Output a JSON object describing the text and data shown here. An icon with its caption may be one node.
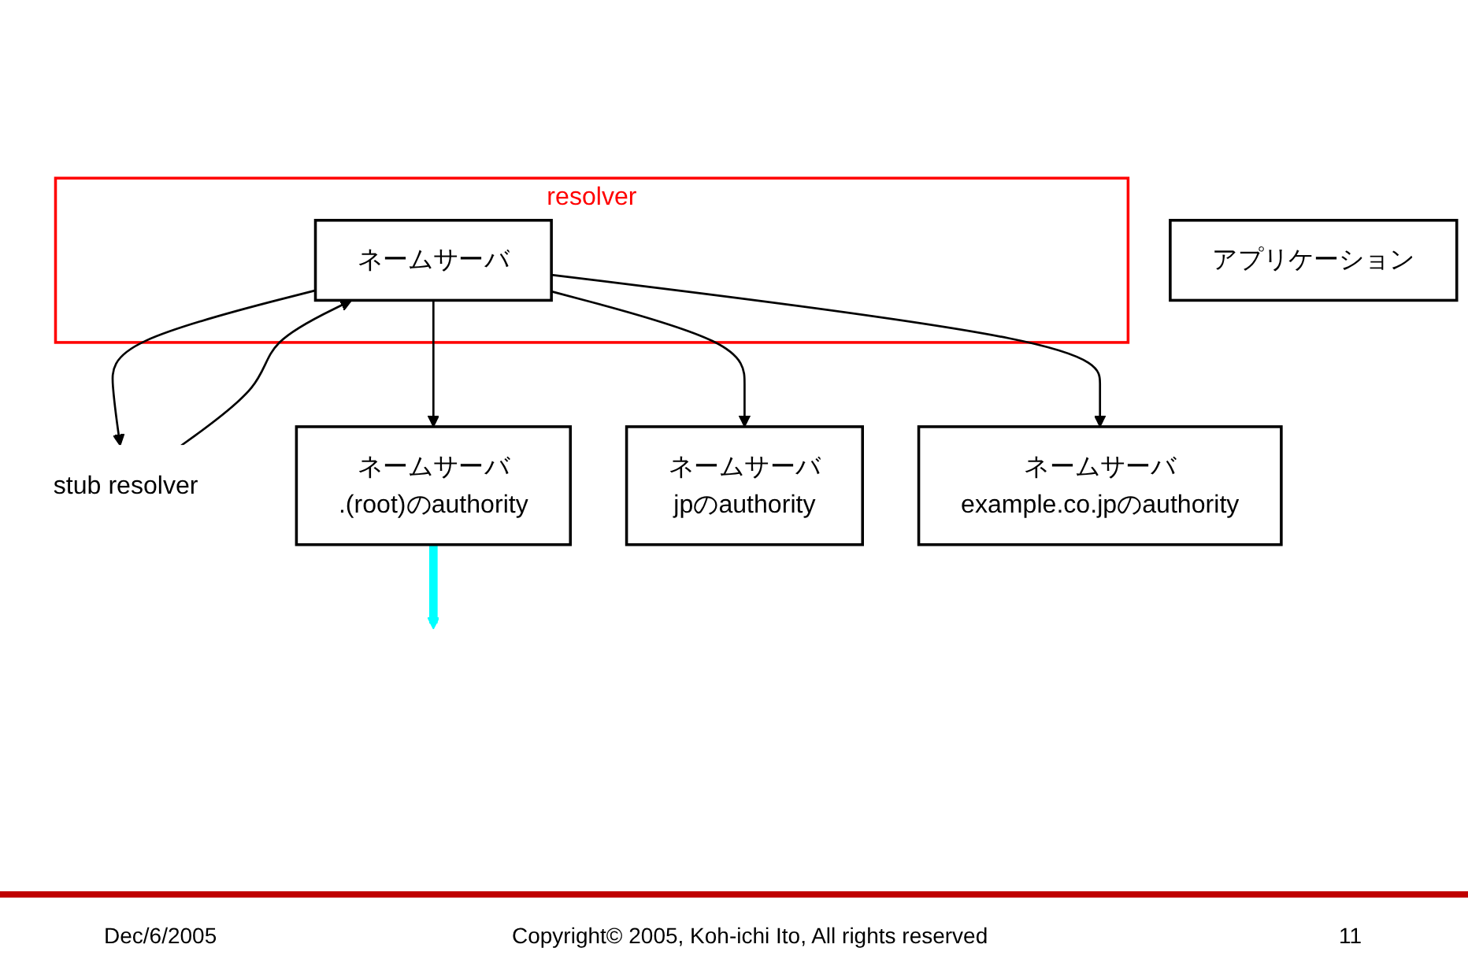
{
  "diagram": {
    "nodes": [
      {
        "text": [
          "アプリケーション"
        ]
      },
      {
        "text": [
          "resolver"
        ]
      },
      {
        "text": [
          "stub resolver"
        ]
      },
      {
        "text": [
          "ネームサーバ"
        ],
        "in": 1
      },
      {
        "text": [
          "ネームサーバ",
          ".(root)のauthority"
        ]
      },
      {
        "text": [
          "ネームサーバ",
          "jpのauthority"
        ]
      },
      {
        "text": [
          "ネームサーバ",
          "example.co.jpのauthority"
        ]
      }
    ],
    "edges": [
      {
        "from": 2,
        "to": 3,
        "arrow": "to"
      },
      {
        "from": 3,
        "to": 2,
        "arrow": "to"
      },
      {
        "from": 3,
        "to": 4,
        "arrow": "to"
      },
      {
        "from": 3,
        "to": 5,
        "arrow": "to"
      },
      {
        "from": 3,
        "to": 6,
        "arrow": "to"
      },
      {
        "from": 4,
        "to": null,
        "arrow": "to",
        "style": "thick",
        "color": "#00ffff"
      }
    ],
    "labels": [
      "Dec/6/2005",
      "Copyright© 2005, Koh-ichi Ito, All rights reserved",
      "11"
    ]
  }
}
